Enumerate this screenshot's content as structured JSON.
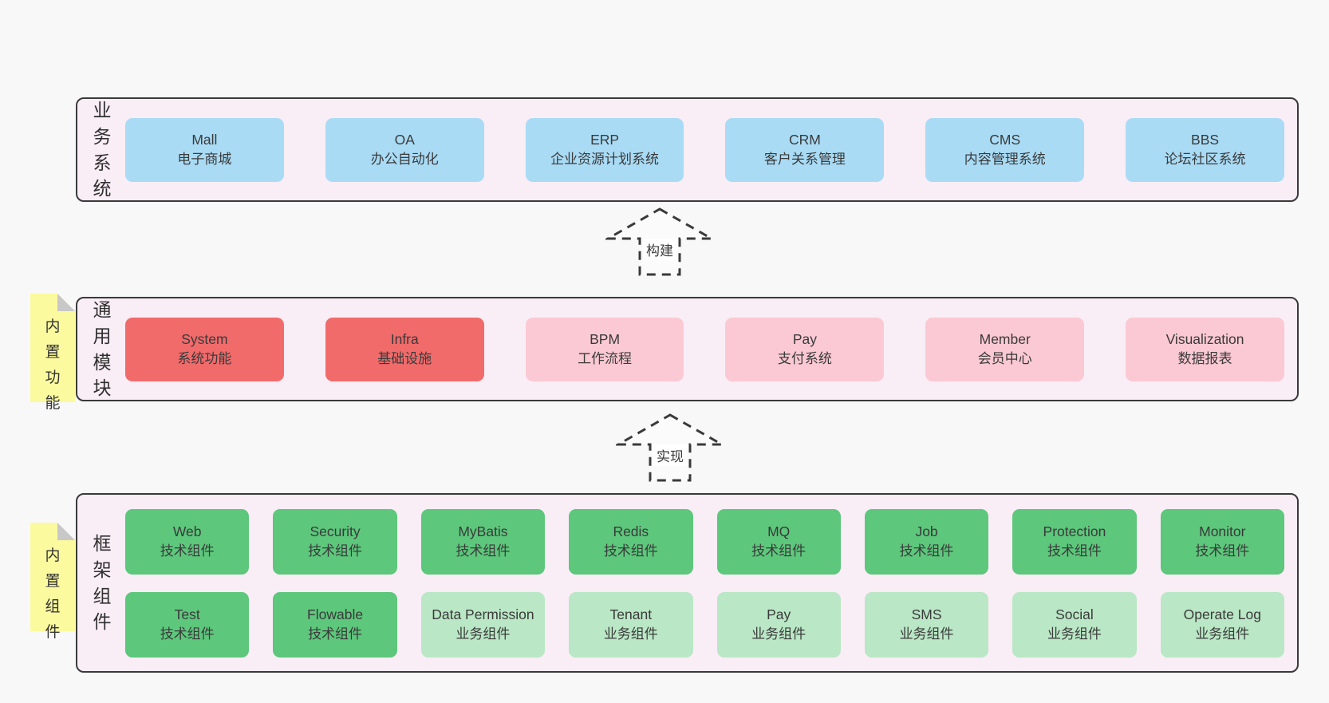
{
  "colors": {
    "page_bg": "#f8f8f8",
    "panel_bg": "#f9edf6",
    "panel_border": "#3a3a3a",
    "blue": "#a9dbf5",
    "red": "#f16b6b",
    "pink": "#fbc9d3",
    "green": "#5dc77c",
    "light_green": "#bae7c5",
    "note_yellow": "#fcfa9e",
    "note_fold_gray": "#c8c8c8",
    "text": "#3a3a3a"
  },
  "arrows": [
    {
      "label": "构建"
    },
    {
      "label": "实现"
    }
  ],
  "sections": [
    {
      "key": "business-systems",
      "label": "业务系统",
      "rows": [
        {
          "boxes": [
            {
              "title": "Mall",
              "subtitle": "电子商城",
              "color": "blue"
            },
            {
              "title": "OA",
              "subtitle": "办公自动化",
              "color": "blue"
            },
            {
              "title": "ERP",
              "subtitle": "企业资源计划系统",
              "color": "blue"
            },
            {
              "title": "CRM",
              "subtitle": "客户关系管理",
              "color": "blue"
            },
            {
              "title": "CMS",
              "subtitle": "内容管理系统",
              "color": "blue"
            },
            {
              "title": "BBS",
              "subtitle": "论坛社区系统",
              "color": "blue"
            }
          ]
        }
      ]
    },
    {
      "key": "common-modules",
      "label": "通用模块",
      "note": "内置功能",
      "rows": [
        {
          "boxes": [
            {
              "title": "System",
              "subtitle": "系统功能",
              "color": "red"
            },
            {
              "title": "Infra",
              "subtitle": "基础设施",
              "color": "red"
            },
            {
              "title": "BPM",
              "subtitle": "工作流程",
              "color": "pink"
            },
            {
              "title": "Pay",
              "subtitle": "支付系统",
              "color": "pink"
            },
            {
              "title": "Member",
              "subtitle": "会员中心",
              "color": "pink"
            },
            {
              "title": "Visualization",
              "subtitle": "数据报表",
              "color": "pink"
            }
          ]
        }
      ]
    },
    {
      "key": "framework-components",
      "label": "框架组件",
      "note": "内置组件",
      "rows": [
        {
          "boxes": [
            {
              "title": "Web",
              "subtitle": "技术组件",
              "color": "green"
            },
            {
              "title": "Security",
              "subtitle": "技术组件",
              "color": "green"
            },
            {
              "title": "MyBatis",
              "subtitle": "技术组件",
              "color": "green"
            },
            {
              "title": "Redis",
              "subtitle": "技术组件",
              "color": "green"
            },
            {
              "title": "MQ",
              "subtitle": "技术组件",
              "color": "green"
            },
            {
              "title": "Job",
              "subtitle": "技术组件",
              "color": "green"
            },
            {
              "title": "Protection",
              "subtitle": "技术组件",
              "color": "green"
            },
            {
              "title": "Monitor",
              "subtitle": "技术组件",
              "color": "green"
            }
          ]
        },
        {
          "boxes": [
            {
              "title": "Test",
              "subtitle": "技术组件",
              "color": "green"
            },
            {
              "title": "Flowable",
              "subtitle": "技术组件",
              "color": "green"
            },
            {
              "title": "Data Permission",
              "subtitle": "业务组件",
              "color": "lightgreen"
            },
            {
              "title": "Tenant",
              "subtitle": "业务组件",
              "color": "lightgreen"
            },
            {
              "title": "Pay",
              "subtitle": "业务组件",
              "color": "lightgreen"
            },
            {
              "title": "SMS",
              "subtitle": "业务组件",
              "color": "lightgreen"
            },
            {
              "title": "Social",
              "subtitle": "业务组件",
              "color": "lightgreen"
            },
            {
              "title": "Operate Log",
              "subtitle": "业务组件",
              "color": "lightgreen"
            }
          ]
        }
      ]
    }
  ]
}
